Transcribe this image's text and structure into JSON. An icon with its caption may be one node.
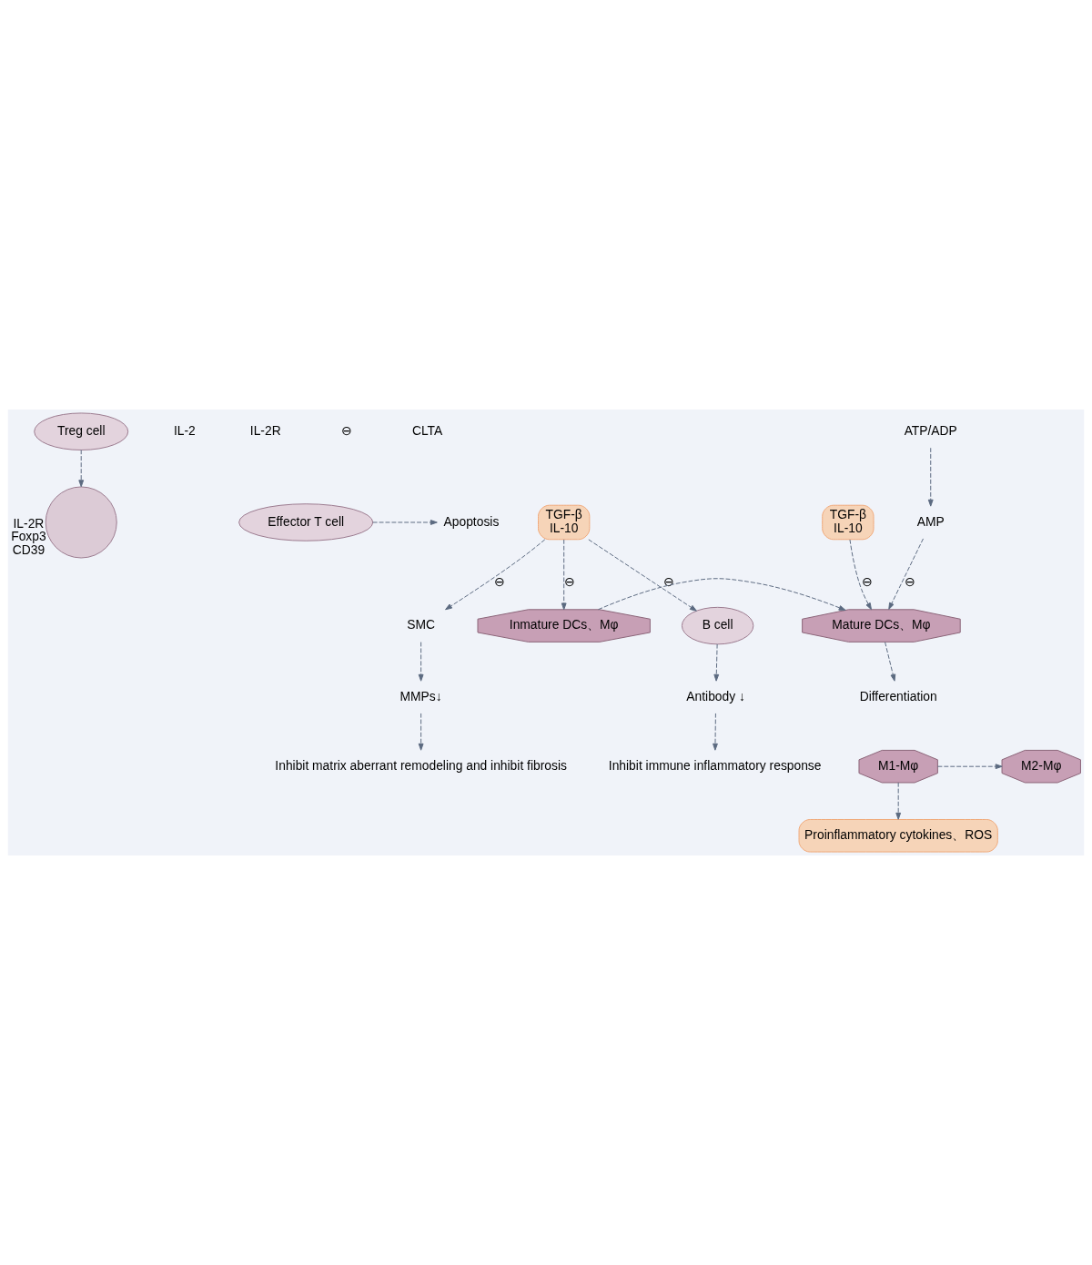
{
  "diagram": {
    "nodes": [
      {
        "text": [
          "Treg cell"
        ]
      },
      {
        "text": [
          "Apoptosis"
        ]
      },
      {
        "text": [
          "Effector T cell"
        ]
      },
      {
        "text": [],
        "shape": "circle",
        "beside": [
          "IL-2R",
          "Foxp3",
          "CD39"
        ]
      },
      {
        "text": [
          "TGF-β",
          "IL-10"
        ]
      },
      {
        "text": [
          "ATP/ADP"
        ]
      },
      {
        "text": [
          "TGF-β",
          "IL-10"
        ]
      },
      {
        "text": [
          "AMP"
        ]
      },
      {
        "text": [
          "Inmature DCs、Mφ"
        ]
      },
      {
        "text": [
          "Mature DCs、Mφ"
        ]
      },
      {
        "text": [
          "Differentiation"
        ]
      },
      {
        "text": [
          "B cell"
        ]
      },
      {
        "text": [
          "SMC"
        ]
      },
      {
        "text": [
          "M1-Mφ"
        ]
      },
      {
        "text": [
          "M2-Mφ"
        ]
      },
      {
        "text": [
          "Antibody ↓"
        ]
      },
      {
        "text": [
          "MMPs↓"
        ]
      },
      {
        "text": [
          "Inhibit immune inflammatory response"
        ]
      },
      {
        "text": [
          "Inhibit matrix aberrant remodeling and inhibit fibrosis"
        ]
      },
      {
        "text": [
          "Proinflammatory cytokines、ROS"
        ]
      }
    ],
    "edges": [
      {
        "from": 0,
        "to": 3,
        "arrow": "to"
      },
      {
        "from": 2,
        "to": 1,
        "arrow": "to"
      },
      {
        "from": 4,
        "to": 11,
        "arrow": "to",
        "label": "⊖"
      },
      {
        "from": 4,
        "to": 12,
        "arrow": "to",
        "label": "⊖"
      },
      {
        "from": 4,
        "to": 8,
        "arrow": "to",
        "label": "⊖"
      },
      {
        "from": 5,
        "to": 7,
        "arrow": "to"
      },
      {
        "from": 7,
        "to": 9,
        "arrow": "to",
        "label": "⊖"
      },
      {
        "from": 6,
        "to": 9,
        "arrow": "to",
        "label": "⊖"
      },
      {
        "from": 8,
        "to": 9,
        "arrow": "to"
      },
      {
        "from": 9,
        "to": 10,
        "arrow": "to"
      },
      {
        "from": 13,
        "to": 14,
        "arrow": "to"
      },
      {
        "from": 11,
        "to": 15,
        "arrow": "to"
      },
      {
        "from": 15,
        "to": 17,
        "arrow": "to"
      },
      {
        "from": 12,
        "to": 16,
        "arrow": "to"
      },
      {
        "from": 16,
        "to": 18,
        "arrow": "to"
      },
      {
        "from": 13,
        "to": 19,
        "arrow": "to"
      }
    ],
    "labels": [
      "IL-2",
      "IL-2R",
      "⊖",
      "CLTA"
    ]
  }
}
